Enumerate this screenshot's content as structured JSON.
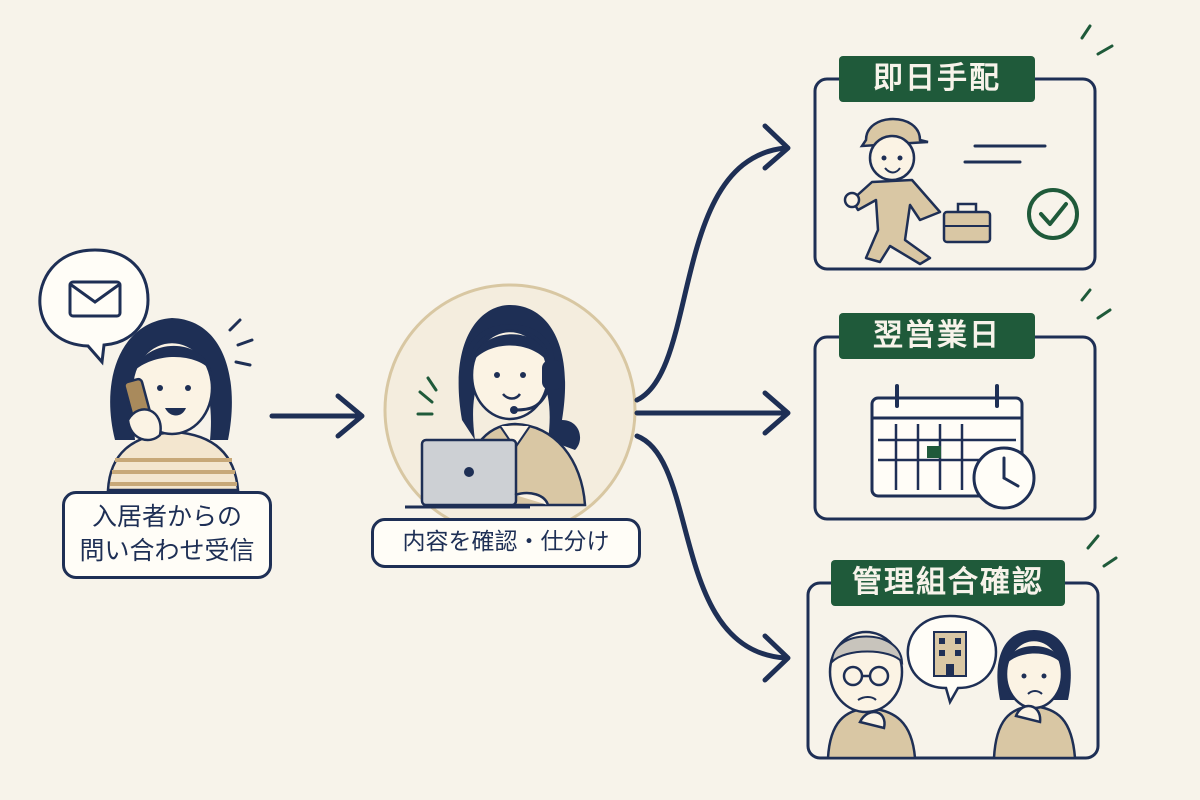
{
  "steps": {
    "caller": {
      "caption_line1": "入居者からの",
      "caption_line2": "問い合わせ受信"
    },
    "operator": {
      "caption": "内容を確認・仕分け"
    }
  },
  "outcomes": [
    {
      "label": "即日手配"
    },
    {
      "label": "翌営業日"
    },
    {
      "label": "管理組合確認"
    }
  ],
  "colors": {
    "ink": "#1e2f55",
    "green": "#1f5a3a",
    "beige": "#d9c7a4",
    "paper": "#f7f3ea"
  }
}
